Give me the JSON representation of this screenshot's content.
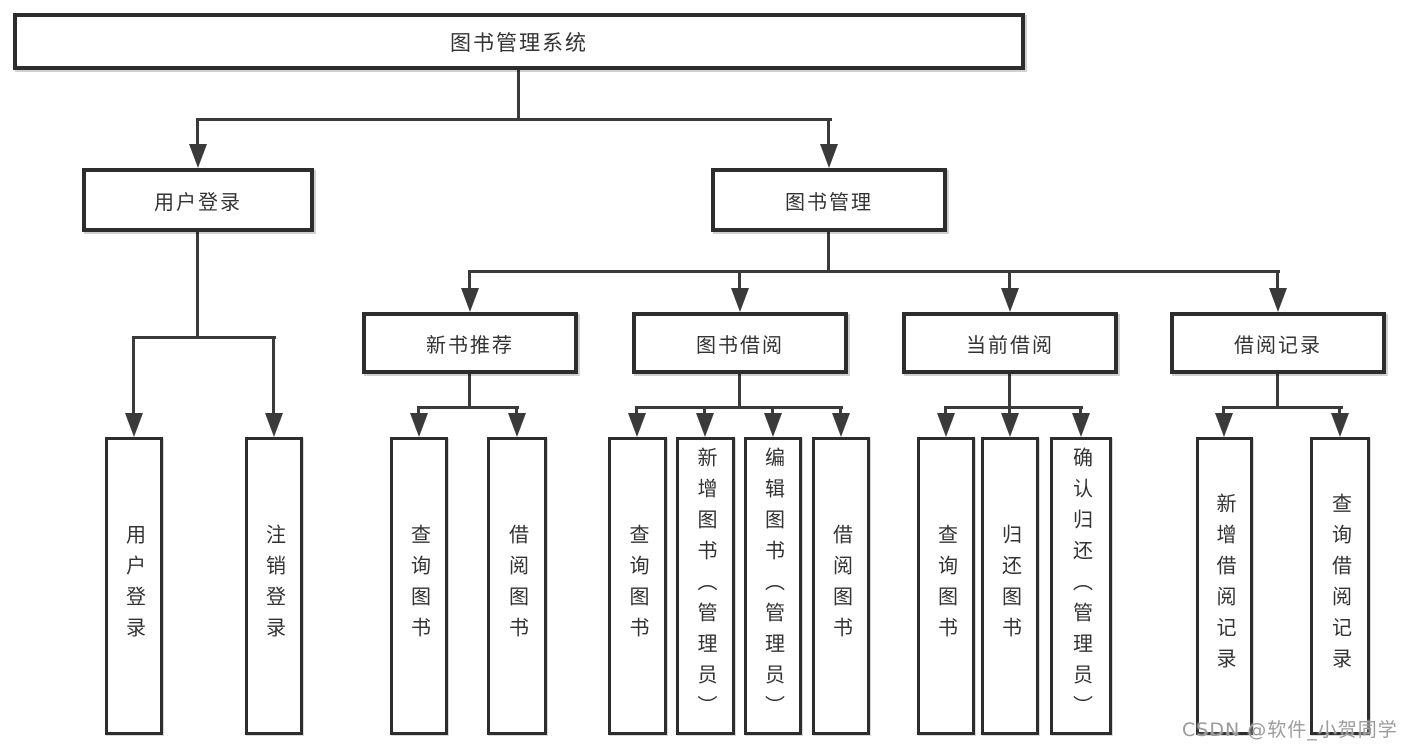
{
  "diagram": {
    "title_node": {
      "label": "图书管理系统"
    },
    "level2": [
      {
        "id": "user-login",
        "label": "用户登录"
      },
      {
        "id": "book-management",
        "label": "图书管理"
      }
    ],
    "level3": [
      {
        "id": "new-book-recommend",
        "label": "新书推荐",
        "parent": "book-management"
      },
      {
        "id": "book-borrow",
        "label": "图书借阅",
        "parent": "book-management"
      },
      {
        "id": "current-borrow",
        "label": "当前借阅",
        "parent": "book-management"
      },
      {
        "id": "borrow-record",
        "label": "借阅记录",
        "parent": "book-management"
      }
    ],
    "leaves": [
      {
        "label": "用户登录",
        "parent": "user-login"
      },
      {
        "label": "注销登录",
        "parent": "user-login"
      },
      {
        "label": "查询图书",
        "parent": "new-book-recommend"
      },
      {
        "label": "借阅图书",
        "parent": "new-book-recommend"
      },
      {
        "label": "查询图书",
        "parent": "book-borrow"
      },
      {
        "label": "新增图书（管理员）",
        "parent": "book-borrow"
      },
      {
        "label": "编辑图书（管理员）",
        "parent": "book-borrow"
      },
      {
        "label": "借阅图书",
        "parent": "book-borrow"
      },
      {
        "label": "查询图书",
        "parent": "current-borrow"
      },
      {
        "label": "归还图书",
        "parent": "current-borrow"
      },
      {
        "label": "确认归还（管理员）",
        "parent": "current-borrow"
      },
      {
        "label": "新增借阅记录",
        "parent": "borrow-record"
      },
      {
        "label": "查询借阅记录",
        "parent": "borrow-record"
      }
    ],
    "colors": {
      "line": "#3a3a3a",
      "box_border": "#2d2d2d",
      "text": "#333333",
      "watermark": "#9c9c9c",
      "background": "#ffffff"
    },
    "watermark": {
      "text": "CSDN @软件_小贺同学"
    }
  }
}
